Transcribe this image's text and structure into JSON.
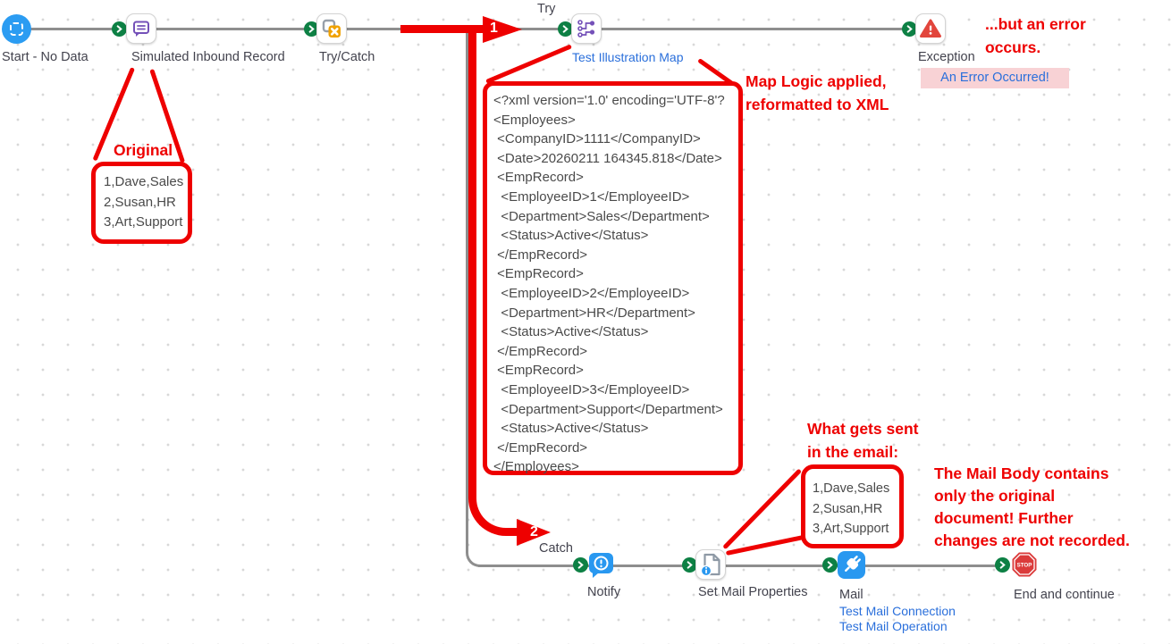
{
  "colors": {
    "annotation_red": "#ee0000",
    "link_blue": "#2a6fdb",
    "chevron_green": "#0d8044",
    "badge_pink": "#f8d2d5",
    "icon_blue": "#2998f0",
    "icon_purple": "#7450b8",
    "icon_orange": "#f0a202",
    "stop_red": "#db3b3b",
    "exception_red": "#e2453c"
  },
  "branches": {
    "try_label": "Try",
    "catch_label": "Catch",
    "step1": "1",
    "step2": "2"
  },
  "nodes": {
    "start": {
      "label": "Start - No Data"
    },
    "simulated_inbound": {
      "label": "Simulated Inbound Record"
    },
    "try_catch": {
      "label": "Try/Catch"
    },
    "map": {
      "link": "Test Illustration Map"
    },
    "exception": {
      "label": "Exception",
      "badge": "An Error Occurred!"
    },
    "notify": {
      "label": "Notify"
    },
    "set_mail_properties": {
      "label": "Set Mail Properties"
    },
    "mail": {
      "label": "Mail",
      "connection_link": "Test Mail Connection",
      "operation_link": "Test Mail Operation"
    },
    "end": {
      "label": "End and continue",
      "stop_text": "STOP"
    }
  },
  "annotations": {
    "original_title": "Original",
    "original_csv": [
      "1,Dave,Sales",
      "2,Susan,HR",
      "3,Art,Support"
    ],
    "map_note": "Map Logic applied,\nreformatted to XML",
    "error_note": "...but an error\noccurs.",
    "email_title": "What gets sent\nin the email:",
    "email_csv": [
      "1,Dave,Sales",
      "2,Susan,HR",
      "3,Art,Support"
    ],
    "mail_body_note": "The Mail Body contains\nonly the original\ndocument! Further\nchanges are not recorded."
  },
  "xml_preview": {
    "lines": [
      "<?xml version='1.0' encoding='UTF-8'?",
      "<Employees>",
      " <CompanyID>1111</CompanyID>",
      " <Date>20260211 164345.818</Date>",
      " <EmpRecord>",
      "  <EmployeeID>1</EmployeeID>",
      "  <Department>Sales</Department>",
      "  <Status>Active</Status>",
      " </EmpRecord>",
      " <EmpRecord>",
      "  <EmployeeID>2</EmployeeID>",
      "  <Department>HR</Department>",
      "  <Status>Active</Status>",
      " </EmpRecord>",
      " <EmpRecord>",
      "  <EmployeeID>3</EmployeeID>",
      "  <Department>Support</Department>",
      "  <Status>Active</Status>",
      " </EmpRecord>",
      "</Employees>"
    ]
  }
}
